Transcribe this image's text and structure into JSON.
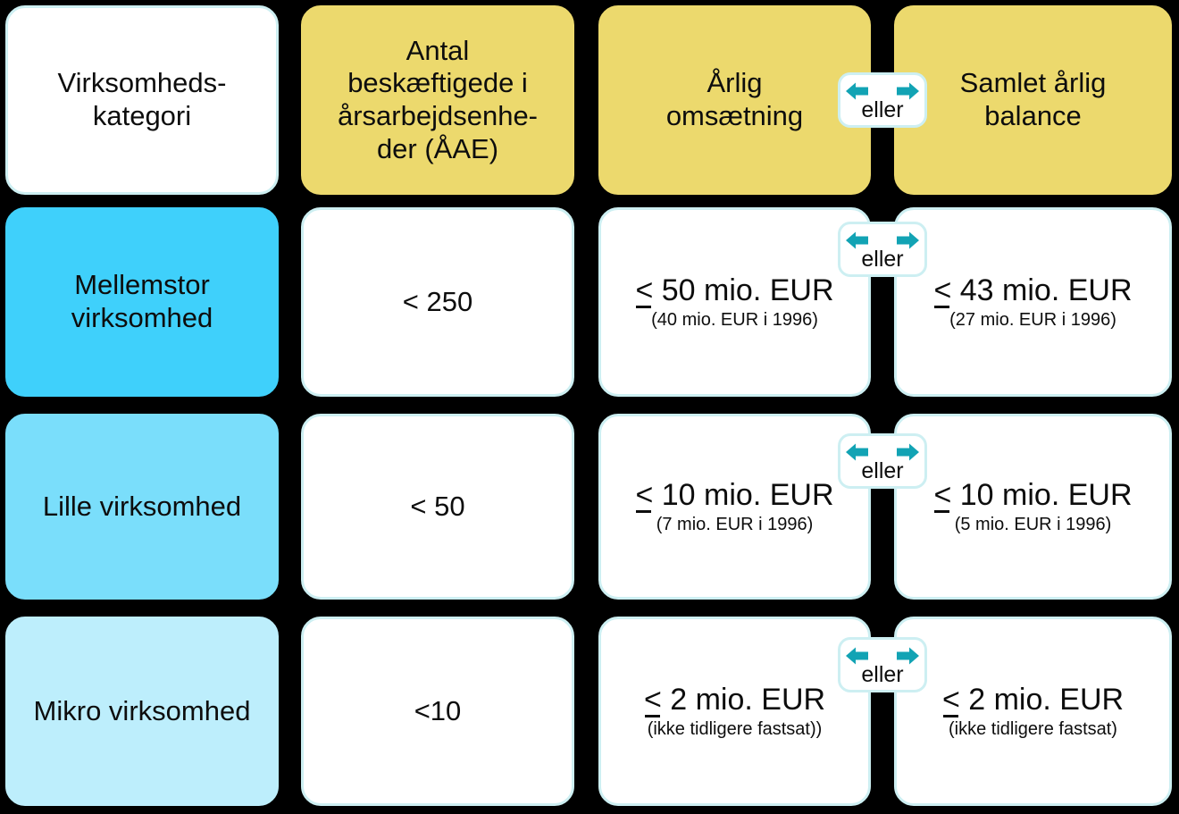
{
  "figure": {
    "title": "Virksomhedskategorier efter antal beskæftigede og økonomiske tærskler",
    "colors": {
      "background": "#000000",
      "header_yellow": "#ecd96d",
      "category_medium": "#3fd0fb",
      "category_small": "#7adefb",
      "category_micro": "#bdeefc",
      "card_border": "#cdeff2",
      "arrow_teal": "#12a3b4",
      "text": "#0d0d0d"
    }
  },
  "header": {
    "category": "Virksomheds-\nkategori",
    "category_line1": "Virksomheds-",
    "category_line2": "kategori",
    "employees_line1": "Antal",
    "employees_line2": "beskæftigede i",
    "employees_line3": "årsarbejdsenhe-",
    "employees_line4": "der (ÅAE)",
    "turnover_line1": "Årlig",
    "turnover_line2": "omsætning",
    "balance_line1": "Samlet årlig",
    "balance_line2": "balance"
  },
  "connector": {
    "label": "eller",
    "arrow_left_icon": "arrow-left-icon",
    "arrow_right_icon": "arrow-right-icon"
  },
  "rows": [
    {
      "category_line1": "Mellemstor",
      "category_line2": "virksomhed",
      "employees": "< 250",
      "turnover_main_op": "<",
      "turnover_main_value": " 50 mio. EUR",
      "turnover_sub": "(40 mio. EUR i 1996)",
      "balance_main_op": "<",
      "balance_main_value": " 43 mio. EUR",
      "balance_sub": "(27 mio. EUR i 1996)"
    },
    {
      "category_line1": "Lille virksomhed",
      "category_line2": "",
      "employees": "< 50",
      "turnover_main_op": "<",
      "turnover_main_value": " 10 mio. EUR",
      "turnover_sub": "(7 mio. EUR i 1996)",
      "balance_main_op": "<",
      "balance_main_value": " 10 mio. EUR",
      "balance_sub": "(5 mio. EUR i 1996)"
    },
    {
      "category_line1": "Mikro virksomhed",
      "category_line2": "",
      "employees": "<10",
      "turnover_main_op": "<",
      "turnover_main_value": " 2 mio. EUR",
      "turnover_sub": "(ikke tidligere fastsat))",
      "balance_main_op": "<",
      "balance_main_value": " 2 mio. EUR",
      "balance_sub": "(ikke tidligere fastsat)"
    }
  ]
}
